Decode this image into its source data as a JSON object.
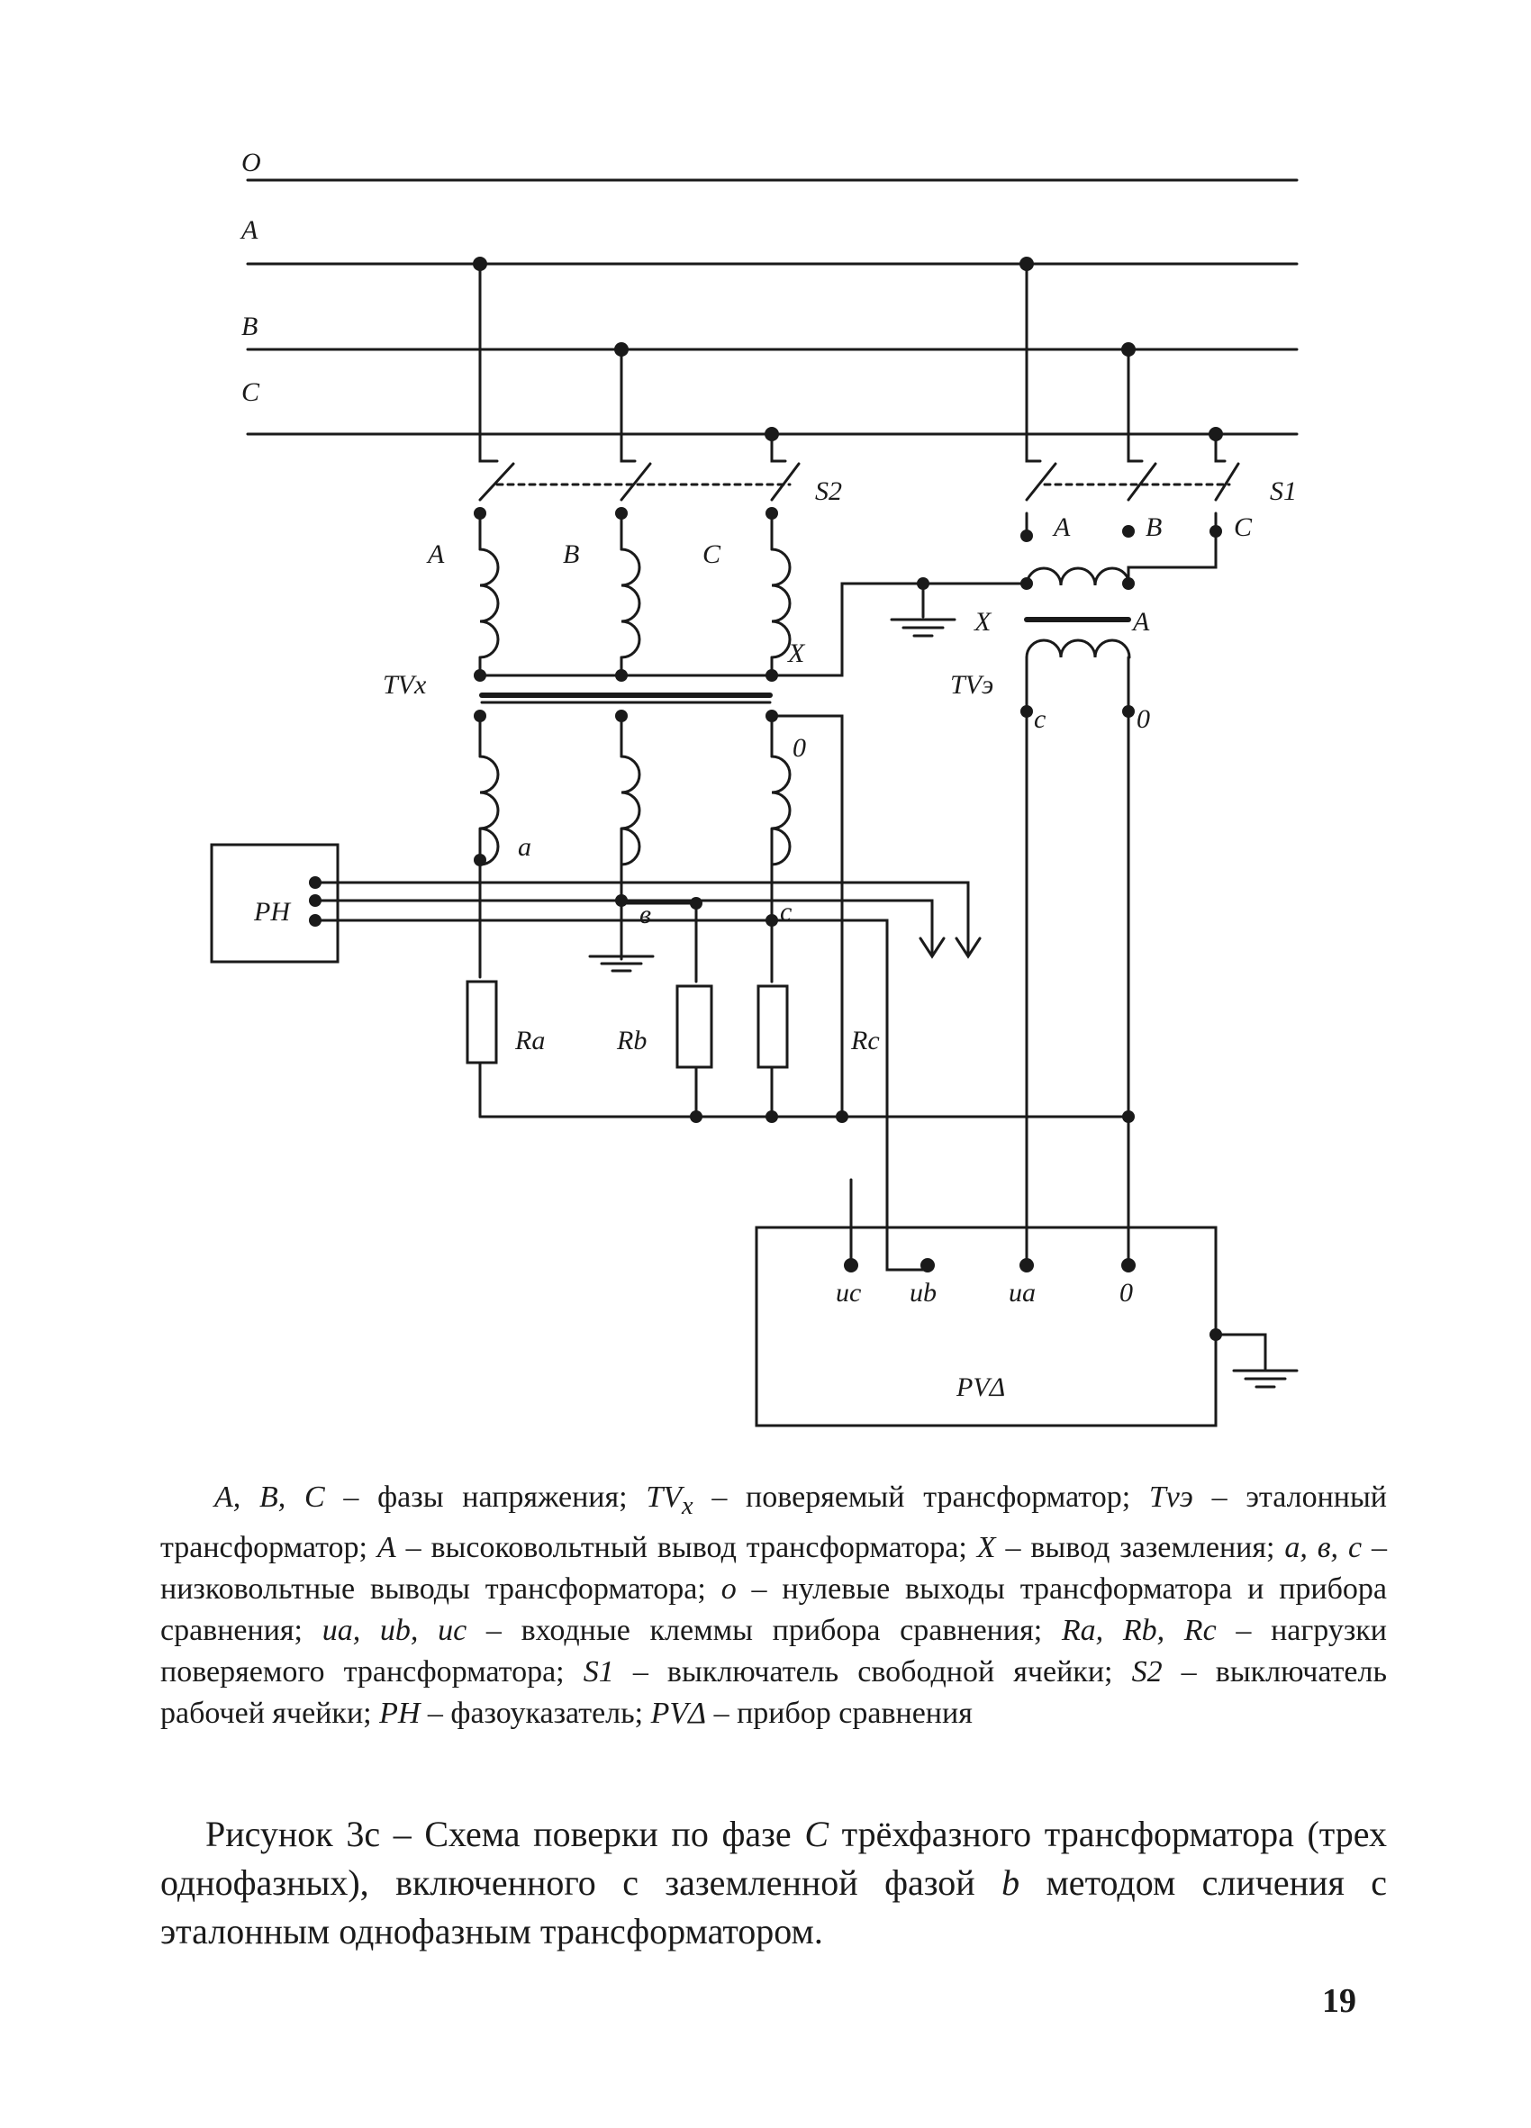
{
  "diagram": {
    "bus_labels": [
      "O",
      "A",
      "B",
      "C"
    ],
    "switch_labels": {
      "working": "S2",
      "free": "S1"
    },
    "tvx": {
      "label": "TVx",
      "primary": [
        "A",
        "B",
        "C"
      ],
      "neutral_label": "X",
      "secondary": [
        "a",
        "в",
        "c"
      ],
      "secondary_neutral": "0"
    },
    "tve": {
      "label": "TVэ",
      "switch_phases": [
        "A",
        "B",
        "C"
      ],
      "ground_label": "X",
      "hv_label": "A",
      "lv_labels": [
        "c",
        "0"
      ]
    },
    "ph": {
      "label": "PH"
    },
    "loads": [
      "Ra",
      "Rb",
      "Rc"
    ],
    "pv": {
      "label": "PVΔ",
      "terminals": [
        "uc",
        "ub",
        "ua",
        "0"
      ]
    }
  },
  "legend": {
    "parts": [
      {
        "t": "A, B, C",
        "i": true
      },
      {
        "t": " – фазы напряжения; "
      },
      {
        "t": "TV",
        "i": true
      },
      {
        "t": "x",
        "i": true,
        "sub": true
      },
      {
        "t": " – поверяемый трансформатор; "
      },
      {
        "t": "Tvэ",
        "i": true
      },
      {
        "t": " – эталонный трансформатор; "
      },
      {
        "t": "A",
        "i": true
      },
      {
        "t": " – высоковольтный вывод трансформатора; "
      },
      {
        "t": "X",
        "i": true
      },
      {
        "t": " – вывод заземления; "
      },
      {
        "t": "a, в, c",
        "i": true
      },
      {
        "t": " – низковольтные выводы трансформатора; "
      },
      {
        "t": "o",
        "i": true
      },
      {
        "t": " – нулевые выходы трансформатора и прибора сравнения; "
      },
      {
        "t": "ua, ub, uc",
        "i": true
      },
      {
        "t": " – входные клеммы прибора сравнения; "
      },
      {
        "t": "Ra, Rb, Rc",
        "i": true
      },
      {
        "t": " – нагрузки поверяемого трансформатора; "
      },
      {
        "t": "S1",
        "i": true
      },
      {
        "t": " – выключатель свободной ячейки; "
      },
      {
        "t": "S2",
        "i": true
      },
      {
        "t": " – выключатель рабочей ячейки; "
      },
      {
        "t": "PH",
        "i": true
      },
      {
        "t": " – фазоуказатель; "
      },
      {
        "t": "PVΔ",
        "i": true
      },
      {
        "t": " – прибор сравнения"
      }
    ]
  },
  "caption": {
    "parts": [
      {
        "t": "Рисунок 3с – Схема поверки по фазе "
      },
      {
        "t": "C",
        "i": true
      },
      {
        "t": " трёхфазного трансформатора (трех однофазных), включенного с заземленной фазой "
      },
      {
        "t": "b",
        "i": true
      },
      {
        "t": " методом сличения с эталонным однофазным трансформатором."
      }
    ]
  },
  "page_number": "19"
}
